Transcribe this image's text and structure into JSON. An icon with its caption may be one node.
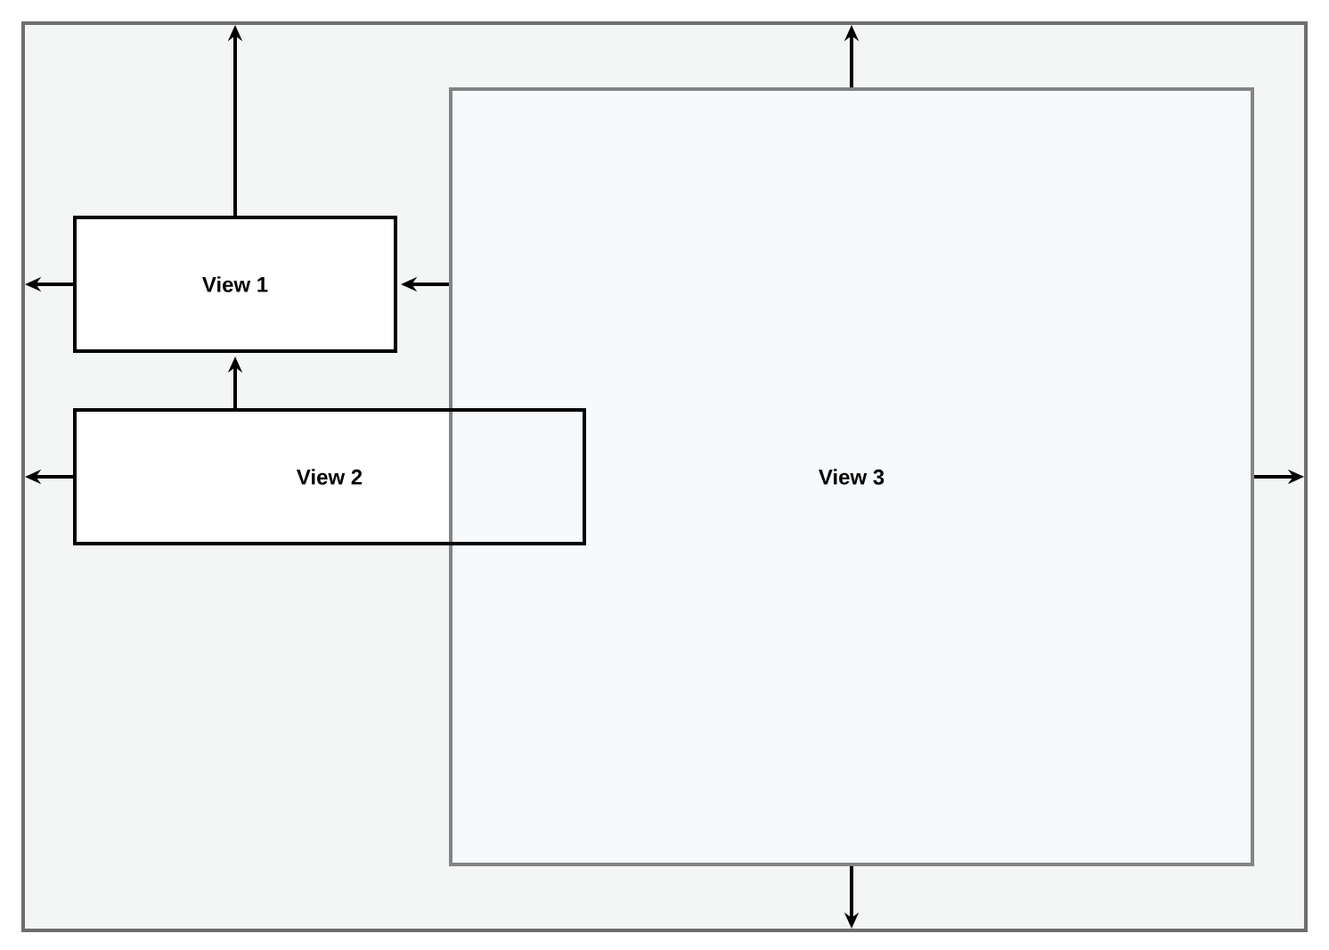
{
  "diagram": {
    "nodes": [
      {
        "text": [],
        "shape": "box"
      },
      {
        "text": [
          "View 1"
        ],
        "in": 0
      },
      {
        "text": [
          "View 2"
        ],
        "in": 0
      },
      {
        "text": [
          "View 3"
        ],
        "in": 0
      }
    ],
    "edges": [
      {
        "from": 1,
        "to": 0,
        "arrow": "to"
      },
      {
        "from": 1,
        "to": 0,
        "arrow": "to"
      },
      {
        "from": 3,
        "to": 1,
        "arrow": "to"
      },
      {
        "from": 2,
        "to": 1,
        "arrow": "to"
      },
      {
        "from": 2,
        "to": 0,
        "arrow": "to"
      },
      {
        "from": 3,
        "to": 0,
        "arrow": "to"
      },
      {
        "from": 3,
        "to": 0,
        "arrow": "to"
      },
      {
        "from": 3,
        "to": 0,
        "arrow": "to"
      }
    ]
  }
}
